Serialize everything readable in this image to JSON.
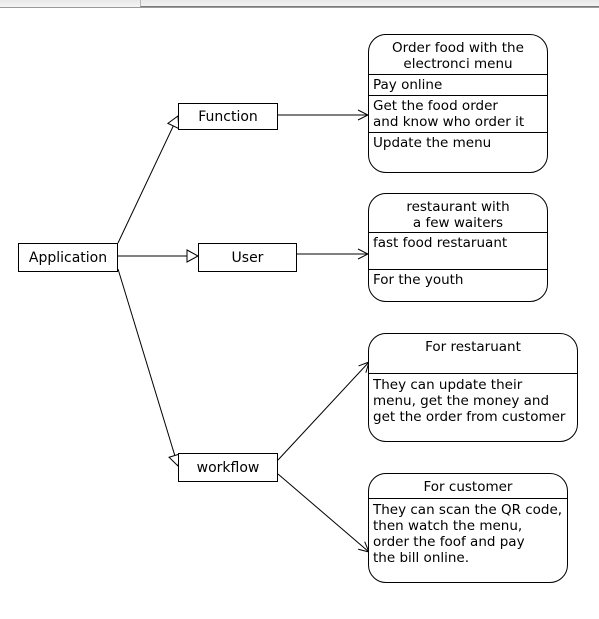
{
  "nodes": {
    "application": "Application",
    "function": "Function",
    "user": "User",
    "workflow": "workflow"
  },
  "cards": {
    "function_card": {
      "title": "Order food with the\nelectronci menu",
      "items": [
        "Pay online",
        "Get the food order\nand know who order it",
        "Update the menu"
      ]
    },
    "user_card": {
      "title": "restaurant with\na few waiters",
      "items": [
        "fast food restaruant",
        "For the youth"
      ]
    },
    "restaurant_card": {
      "title": "For restaruant",
      "items": [
        "They can update their\nmenu, get the money and\nget the order from customer"
      ]
    },
    "customer_card": {
      "title": "For customer",
      "items": [
        "They can scan the QR code,\nthen watch the menu,\norder the foof and pay\nthe bill online."
      ]
    }
  },
  "colors": {
    "line": "#000000",
    "fill": "#ffffff",
    "topbar_border": "#9a9a9a"
  }
}
